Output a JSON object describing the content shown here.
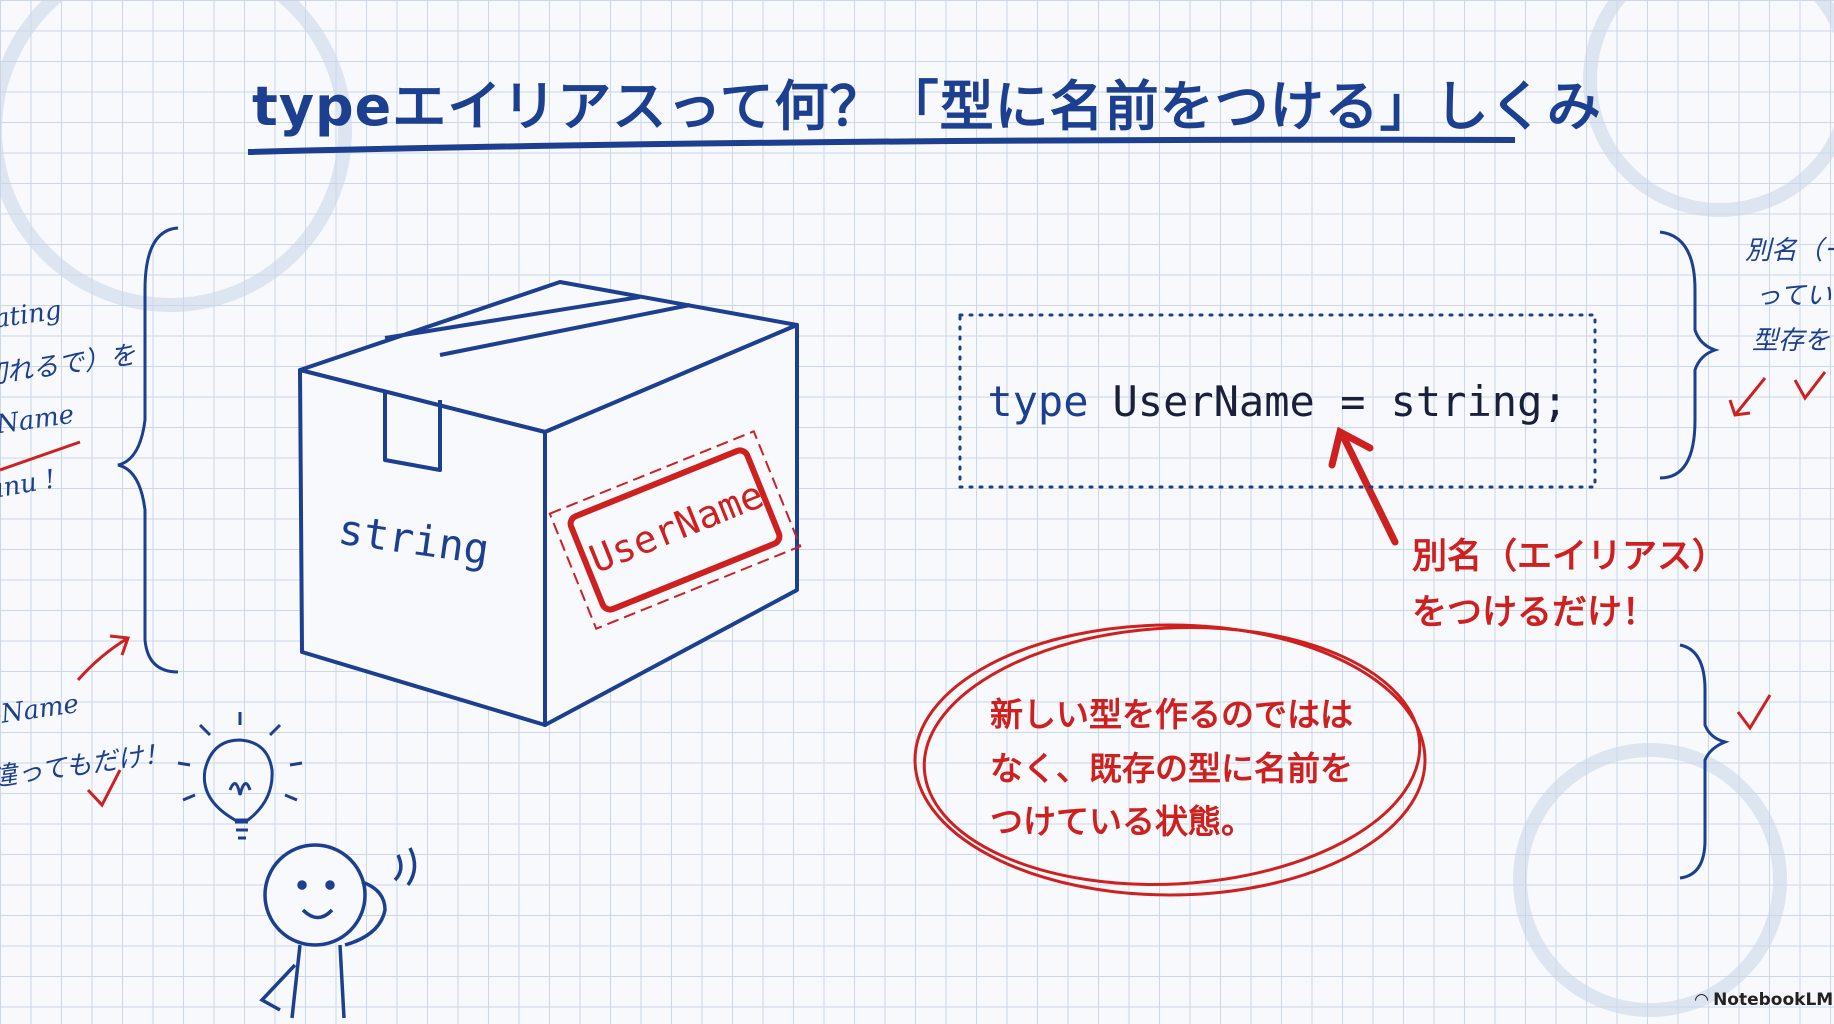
{
  "title": "typeエイリアスって何？「型に名前をつける」しくみ",
  "box": {
    "side_label": "string",
    "stamp_label": "UserName"
  },
  "code": {
    "keyword": "type",
    "rest": "UserName = string;"
  },
  "callout": {
    "line1": "別名（エイリアス）",
    "line2": "をつけるだけ！"
  },
  "note": {
    "line1": "新しい型を作るのではは",
    "line2": "なく、既存の型に名前を",
    "line3": "つけている状態。"
  },
  "margin_left": [
    "ating",
    "切れるで）を",
    "Name",
    "anu !",
    "-Name",
    "違ってもだけ！"
  ],
  "margin_right": [
    "別名（ー",
    "っていた",
    "型存を"
  ],
  "watermark": "NotebookLM",
  "colors": {
    "ink": "#1d3f8f",
    "red": "#cf2020",
    "grid": "#cdd8e6"
  }
}
